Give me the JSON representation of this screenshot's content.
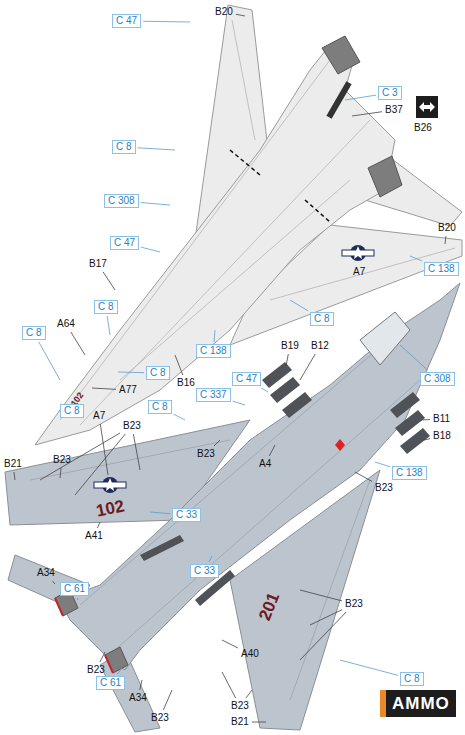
{
  "diagram": {
    "labels": [
      "B20",
      "C 47",
      "C 3",
      "B37",
      "B26",
      "C 8",
      "C 308",
      "C 47",
      "B20",
      "C 138",
      "B17",
      "A7",
      "A64",
      "C 8",
      "C 8",
      "102",
      "A77",
      "C 8",
      "C 8",
      "B16",
      "C 138",
      "C 8",
      "C 308",
      "B19",
      "B12",
      "C 47",
      "C 337",
      "C 8",
      "A7",
      "B23",
      "B11",
      "B18",
      "B21",
      "B23",
      "B23",
      "A4",
      "C 138",
      "B23",
      "C 33",
      "A41",
      "102",
      "C 33",
      "A34",
      "C 61",
      "B23",
      "201",
      "A40",
      "B23",
      "C 8",
      "C 61",
      "A34",
      "B23",
      "B23",
      "B21",
      "AMMO"
    ]
  }
}
